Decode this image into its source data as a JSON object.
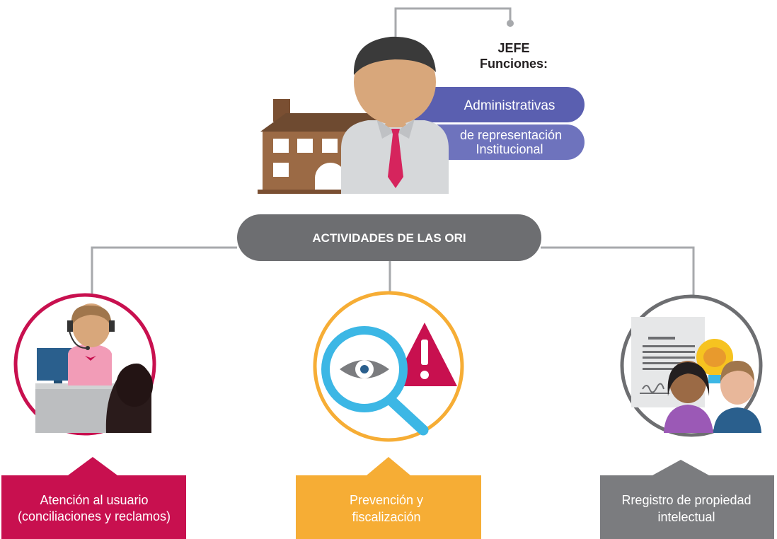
{
  "header": {
    "title_line1": "JEFE",
    "title_line2": "Funciones:"
  },
  "functions": [
    {
      "label_lines": [
        "Administrativas"
      ],
      "color": "#5a5fb0"
    },
    {
      "label_lines": [
        "de representación",
        "Institucional"
      ],
      "color": "#6e73bd"
    }
  ],
  "main_node": {
    "label": "ACTIVIDADES DE LAS ORI",
    "color": "#6d6e71"
  },
  "activities": [
    {
      "label_lines": [
        "Atención al usuario",
        "(conciliaciones y reclamos)"
      ],
      "color": "#c8104f",
      "icon": "customer-service-icon"
    },
    {
      "label_lines": [
        "Prevención y",
        "fiscalización"
      ],
      "color": "#f6ad35",
      "icon": "magnifier-warning-icon"
    },
    {
      "label_lines": [
        "Rregistro de propiedad",
        "intelectual"
      ],
      "color": "#7b7c7f",
      "icon": "intellectual-property-icon"
    }
  ],
  "colors": {
    "connector": "#a7a9ac",
    "house": "#9b6a45",
    "skin": "#d8a77b",
    "hair": "#3a3a3a",
    "shirt": "#d6d8da",
    "tie": "#d6245d"
  }
}
